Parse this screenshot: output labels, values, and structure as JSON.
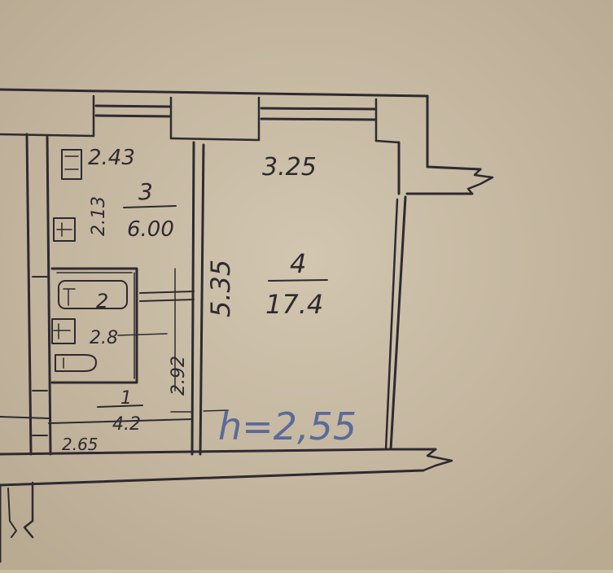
{
  "plan": {
    "room_labels": {
      "r3_width": "2.43",
      "r3_depth": "2.13",
      "r3_number": "3",
      "r3_area": "6.00",
      "r4_width": "3.25",
      "r4_depth": "5.35",
      "r4_number": "4",
      "r4_area": "17.4",
      "r2_number": "2",
      "r2_area": "2.8",
      "r2_depth": "2.92",
      "r1_number": "1",
      "r1_area": "4.2",
      "r1_width": "2.65",
      "ceiling_height": "h=2,55"
    },
    "colors": {
      "paper": "#c9bba4",
      "ink": "#2e2a30",
      "pencil_blue": "#5a6a9a"
    }
  }
}
